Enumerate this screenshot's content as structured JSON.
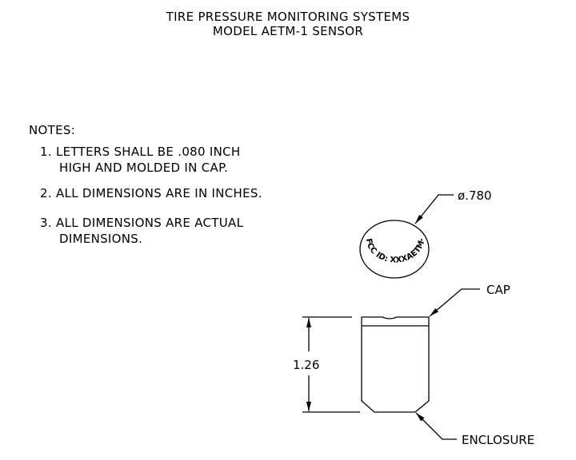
{
  "title": {
    "line1": "TIRE PRESSURE MONITORING SYSTEMS",
    "line2": "MODEL AETM-1 SENSOR"
  },
  "notes": {
    "heading": "NOTES:",
    "items": [
      {
        "line1": "1. LETTERS SHALL BE .080 INCH",
        "line2": "HIGH AND MOLDED IN CAP."
      },
      {
        "line1": "2. ALL DIMENSIONS ARE IN INCHES."
      },
      {
        "line1": "3. ALL DIMENSIONS ARE ACTUAL",
        "line2": "DIMENSIONS."
      }
    ]
  },
  "drawing": {
    "cap_marking": "FCC ID: XXXAETM-1",
    "diameter_label": "ø.780",
    "height_label": "1.26",
    "cap_label": "CAP",
    "enclosure_label": "ENCLOSURE"
  }
}
